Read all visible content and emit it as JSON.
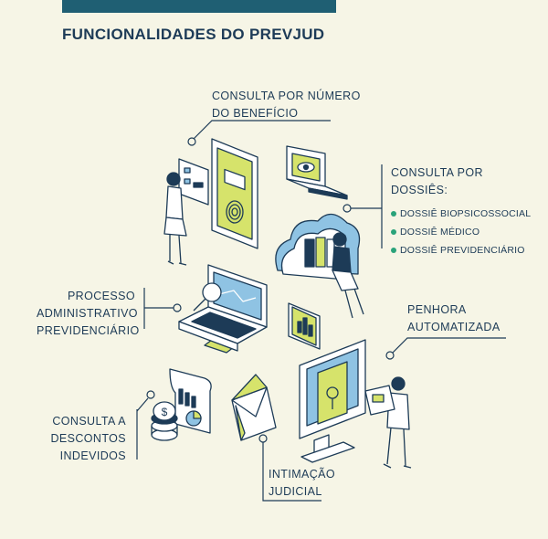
{
  "title": "FUNCIONALIDADES DO PREVJUD",
  "colors": {
    "navy": "#1d3b57",
    "teal": "#1f5f73",
    "lime": "#d6e36b",
    "sky": "#8fc3e3",
    "green_dot": "#2aa37a",
    "background": "#f6f5e6"
  },
  "features": {
    "beneficio": {
      "line1": "CONSULTA POR NÚMERO",
      "line2": "DO BENEFÍCIO"
    },
    "dossies": {
      "line1": "CONSULTA POR",
      "line2": "DOSSIÊS:",
      "items": [
        "DOSSIÊ BIOPSICOSSOCIAL",
        "DOSSIÊ MÉDICO",
        "DOSSIÊ PREVIDENCIÁRIO"
      ]
    },
    "processo": {
      "line1": "PROCESSO",
      "line2": "ADMINISTRATIVO",
      "line3": "PREVIDENCIÁRIO"
    },
    "penhora": {
      "line1": "PENHORA",
      "line2": "AUTOMATIZADA"
    },
    "descontos": {
      "line1": "CONSULTA A",
      "line2": "DESCONTOS",
      "line3": "INDEVIDOS"
    },
    "intimacao": {
      "line1": "INTIMAÇÃO",
      "line2": "JUDICIAL"
    }
  },
  "icons": [
    "tablet-fingerprint-icon",
    "laptop-eye-icon",
    "cloud-folders-icon",
    "laptop-magnifier-icon",
    "folder-chart-icon",
    "monitor-tree-icon",
    "document-chart-icon",
    "coins-icon",
    "envelope-icon",
    "woman-figure-icon",
    "woman-figure-icon",
    "man-figure-icon"
  ]
}
